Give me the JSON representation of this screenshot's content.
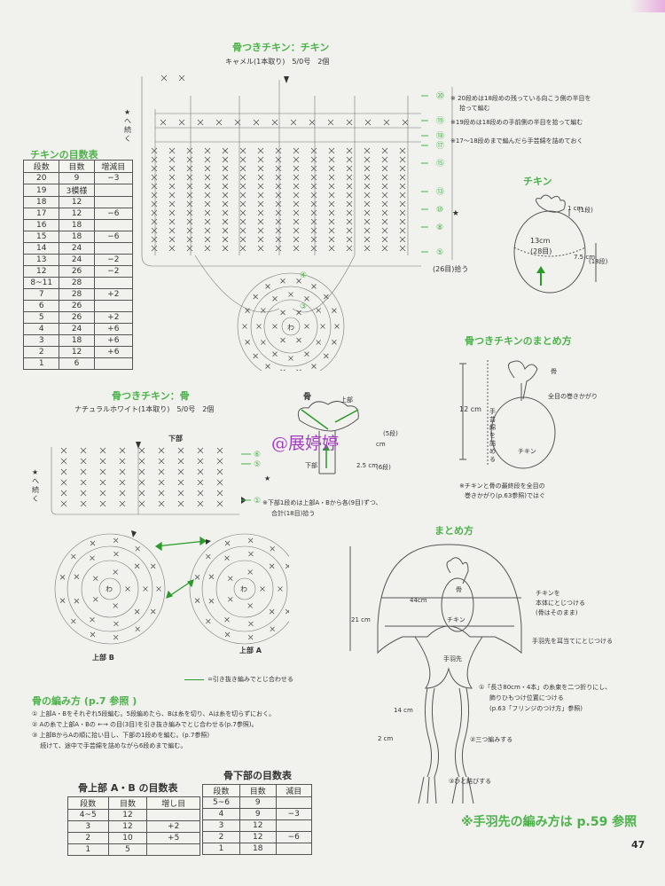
{
  "chicken_chart": {
    "title": "骨つきチキン：チキン",
    "yarn": "キャメル(1本取り)　5/0号　2個",
    "notes": [
      "※ 20段めは18段めの残っている向こう側の半目を",
      "拾って編む",
      "※19段めは18段めの手前側の半目を拾って編む",
      "※17～18段めまで編んだら手芸綿を詰めておく"
    ],
    "pickup": "(26目)拾う",
    "continue_label": "★へ続く",
    "star": "★",
    "row_markers": [
      "⑳",
      "⑲",
      "⑱",
      "⑰",
      "⑮",
      "⑬",
      "⑩",
      "⑧",
      "⑤"
    ],
    "ring_markers": [
      "④",
      "③"
    ],
    "ring_center": "わ"
  },
  "chicken_table": {
    "title": "チキンの目数表",
    "headers": [
      "段数",
      "目数",
      "増減目"
    ],
    "rows": [
      [
        "20",
        "9",
        "−3"
      ],
      [
        "19",
        "3模様",
        ""
      ],
      [
        "18",
        "12",
        ""
      ],
      [
        "17",
        "12",
        "−6"
      ],
      [
        "16",
        "18",
        ""
      ],
      [
        "15",
        "18",
        "−6"
      ],
      [
        "14",
        "24",
        ""
      ],
      [
        "13",
        "24",
        "−2"
      ],
      [
        "12",
        "26",
        "−2"
      ],
      [
        "8~11",
        "28",
        ""
      ],
      [
        "7",
        "28",
        "+2"
      ],
      [
        "6",
        "26",
        ""
      ],
      [
        "5",
        "26",
        "+2"
      ],
      [
        "4",
        "24",
        "+6"
      ],
      [
        "3",
        "18",
        "+6"
      ],
      [
        "2",
        "12",
        "+6"
      ],
      [
        "1",
        "6",
        ""
      ]
    ]
  },
  "chicken_figure": {
    "label": "チキン",
    "circumference": "13cm",
    "rows": "(28目)",
    "top_cm": "1 cm",
    "top_rows": "(1段)",
    "height_cm": "7.5 cm",
    "height_rows": "(18段)"
  },
  "assembly_figure": {
    "title": "骨つきチキンのまとめ方",
    "bone": "骨",
    "length": "12 cm",
    "stuffing": "手芸綿を詰める",
    "whipstitch": "全目の巻きかがり",
    "chicken": "チキン",
    "note1": "※チキンと骨の最終段を全目の",
    "note2": "巻きかがり(p.63参照)ではぐ"
  },
  "bone_chart": {
    "title": "骨つきチキン：骨",
    "yarn": "ナチュラルホワイト(1本取り)　5/0号　2個",
    "lower_label": "下部",
    "continue_label": "★へ続く",
    "star": "★",
    "row_markers": [
      "⑥",
      "⑤",
      "①"
    ],
    "note1": "※下部1段めは上部A・Bから各(9目)ずつ、",
    "note2": "合計(18目)拾う",
    "part_b": "上部 B",
    "part_a": "上部 A",
    "ring_center": "わ",
    "legend": "=引き抜き編みでとじ合わせる"
  },
  "bone_figure": {
    "label": "骨",
    "upper": "上部",
    "lower": "下部",
    "upper_rows": "(5段)",
    "upper_cm": "cm",
    "lower_cm": "2.5 cm",
    "lower_rows": "(6段)"
  },
  "watermark": "@展婷婷",
  "bone_method": {
    "title": "骨の編み方 (p.7 参照 )",
    "steps": [
      "① 上部A・Bをそれぞれ5段編む。5段編めたら、Bは糸を切り、Aは糸を切らずにおく。",
      "② Aの糸で上部A・Bの ←→ の目(3目)を引き抜き編みでとじ合わせる(p.7参照)。",
      "③ 上部BからAの順に拾い目し、下部の1段めを編む。(p.7参照)",
      "　 続けて、途中で手芸綿を詰めながら6段めまで編む。"
    ]
  },
  "bone_top_table": {
    "title": "骨上部 A・B の目数表",
    "headers": [
      "段数",
      "目数",
      "増し目"
    ],
    "rows": [
      [
        "4~5",
        "12",
        ""
      ],
      [
        "3",
        "12",
        "+2"
      ],
      [
        "2",
        "10",
        "+5"
      ],
      [
        "1",
        "5",
        ""
      ]
    ]
  },
  "bone_bottom_table": {
    "title": "骨下部の目数表",
    "headers": [
      "段数",
      "目数",
      "減目"
    ],
    "rows": [
      [
        "5~6",
        "9",
        ""
      ],
      [
        "4",
        "9",
        "−3"
      ],
      [
        "3",
        "12",
        ""
      ],
      [
        "2",
        "12",
        "−6"
      ],
      [
        "1",
        "18",
        ""
      ]
    ]
  },
  "finish": {
    "title": "まとめ方",
    "width": "44cm",
    "height": "21 cm",
    "chicken": "チキン",
    "bone": "骨",
    "wing_tip": "手羽先",
    "attach_chicken_1": "チキンを",
    "attach_chicken_2": "本体にとじつける",
    "attach_chicken_3": "(骨はそのまま)",
    "attach_wing": "手羽先を耳当てにとじつける",
    "fringe_1": "①「長さ80cm・4本」の糸束を二つ折りにし、",
    "fringe_2": "飾りひもつけ位置につける",
    "fringe_3": "(p.63「フリンジのつけ方」参照)",
    "braid": "②三つ編みする",
    "knot": "③ひと結びする",
    "braid_cm": "14 cm",
    "tail_cm": "2 cm"
  },
  "footer_note": "※手羽先の編み方は p.59 参照",
  "page_number": "47",
  "colors": {
    "accent": "#4cb24a",
    "watermark": "#a43cbf",
    "paper": "#f1f2ee"
  }
}
